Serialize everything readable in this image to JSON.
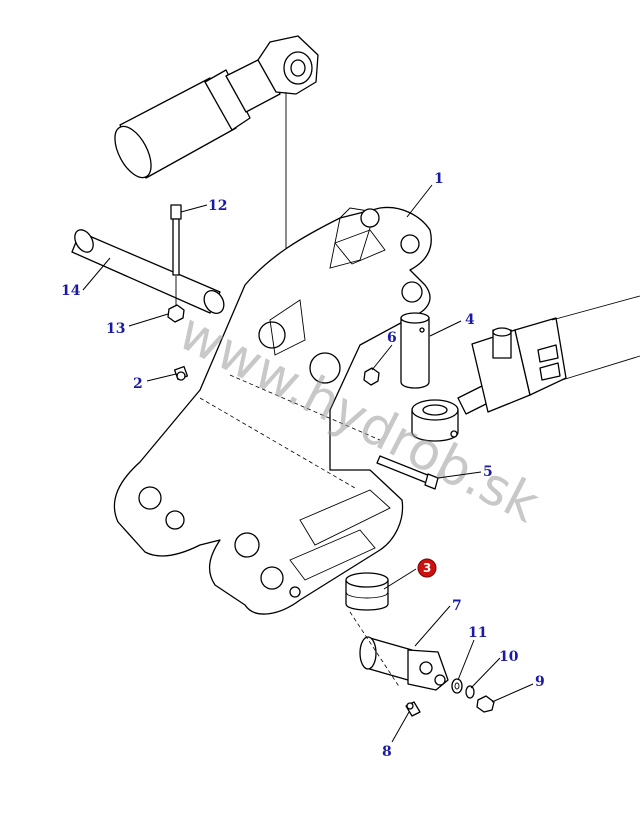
{
  "watermark": "www.hydrob.sk",
  "highlight_color": "#cc1111",
  "label_color": "#1a1aa6",
  "highlighted_part": "3",
  "callouts": [
    {
      "id": "1",
      "label": "1"
    },
    {
      "id": "2",
      "label": "2"
    },
    {
      "id": "3",
      "label": "3"
    },
    {
      "id": "4",
      "label": "4"
    },
    {
      "id": "5",
      "label": "5"
    },
    {
      "id": "6",
      "label": "6"
    },
    {
      "id": "7",
      "label": "7"
    },
    {
      "id": "8",
      "label": "8"
    },
    {
      "id": "9",
      "label": "9"
    },
    {
      "id": "10",
      "label": "10"
    },
    {
      "id": "11",
      "label": "11"
    },
    {
      "id": "12",
      "label": "12"
    },
    {
      "id": "13",
      "label": "13"
    },
    {
      "id": "14",
      "label": "14"
    }
  ]
}
